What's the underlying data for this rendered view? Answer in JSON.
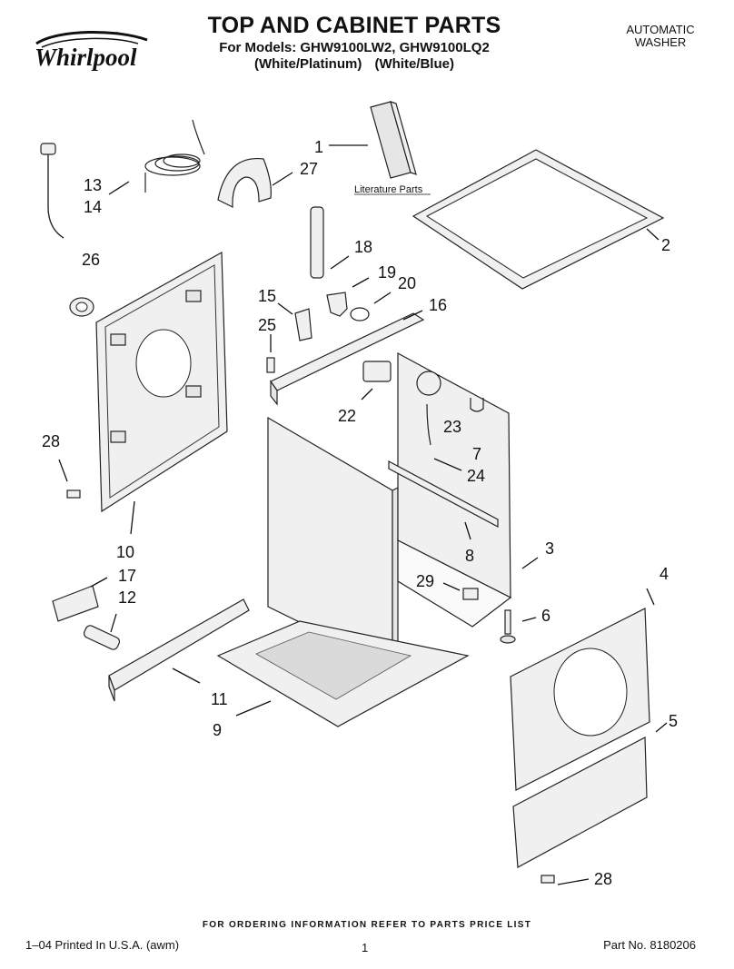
{
  "header": {
    "brand": "Whirlpool",
    "title": "TOP AND CABINET PARTS",
    "models": "For Models: GHW9100LW2, GHW9100LQ2",
    "variants": "(White/Platinum)    (White/Blue)",
    "product_type_line1": "AUTOMATIC",
    "product_type_line2": "WASHER"
  },
  "diagram": {
    "literature_label": "Literature Parts",
    "callouts": [
      {
        "id": "1",
        "label": "1"
      },
      {
        "id": "2",
        "label": "2"
      },
      {
        "id": "3",
        "label": "3"
      },
      {
        "id": "4",
        "label": "4"
      },
      {
        "id": "5",
        "label": "5"
      },
      {
        "id": "6",
        "label": "6"
      },
      {
        "id": "7",
        "label": "7"
      },
      {
        "id": "8",
        "label": "8"
      },
      {
        "id": "9",
        "label": "9"
      },
      {
        "id": "10",
        "label": "10"
      },
      {
        "id": "11",
        "label": "11"
      },
      {
        "id": "12",
        "label": "12"
      },
      {
        "id": "13",
        "label": "13"
      },
      {
        "id": "14",
        "label": "14"
      },
      {
        "id": "15",
        "label": "15"
      },
      {
        "id": "16",
        "label": "16"
      },
      {
        "id": "17",
        "label": "17"
      },
      {
        "id": "18",
        "label": "18"
      },
      {
        "id": "19",
        "label": "19"
      },
      {
        "id": "20",
        "label": "20"
      },
      {
        "id": "22",
        "label": "22"
      },
      {
        "id": "23",
        "label": "23"
      },
      {
        "id": "24",
        "label": "24"
      },
      {
        "id": "25",
        "label": "25"
      },
      {
        "id": "26",
        "label": "26"
      },
      {
        "id": "27",
        "label": "27"
      },
      {
        "id": "28a",
        "label": "28"
      },
      {
        "id": "28b",
        "label": "28"
      },
      {
        "id": "29",
        "label": "29"
      }
    ]
  },
  "footer": {
    "ordering_note": "FOR ORDERING INFORMATION REFER TO PARTS PRICE LIST",
    "printed": "1–04 Printed In U.S.A. (awm)",
    "page": "1",
    "part_no": "Part No. 8180206"
  }
}
